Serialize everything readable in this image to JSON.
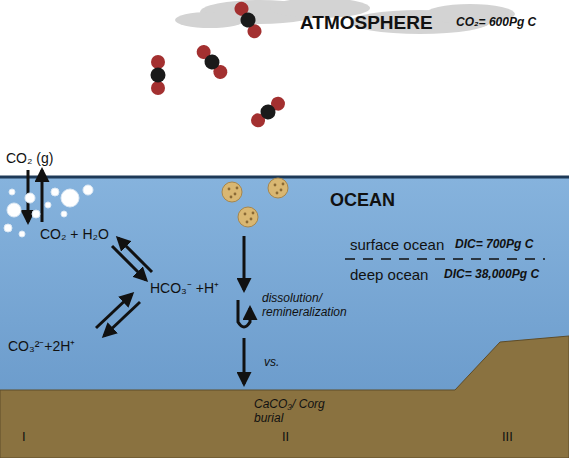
{
  "diagram": {
    "labels": [
      "ATMOSPHERE",
      "CO₂= 600Pg C",
      "CO₂ (g)",
      "CO₂ + H₂O",
      "HCO₃⁻ +H⁺",
      "CO₃²⁻+2H⁺",
      "OCEAN",
      "surface ocean",
      "DIC= 700Pg C",
      "deep ocean",
      "DIC= 38,000Pg C",
      "dissolution/ remineralization",
      "vs.",
      "CaCO₃/ Corg burial",
      "I",
      "II",
      "III"
    ]
  }
}
